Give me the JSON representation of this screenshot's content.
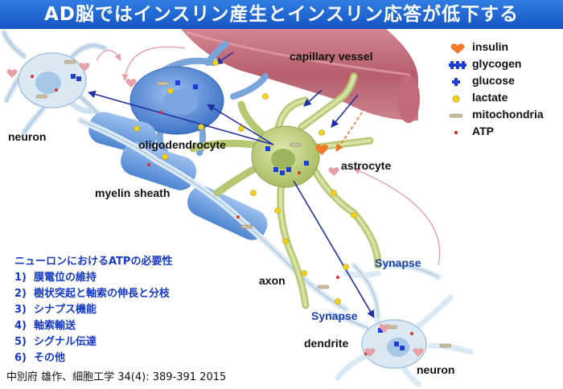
{
  "title": "AD脳ではインスリン産生とインスリン応答が低下する",
  "labels": {
    "capillary": "capillary vessel",
    "neuron_left": "neuron",
    "oligodendrocyte": "oligodendrocyte",
    "astrocyte": "astrocyte",
    "myelin": "myelin sheath",
    "axon": "axon",
    "synapse_top": "Synapse",
    "synapse_bottom": "Synapse",
    "dendrite": "dendrite",
    "neuron_right": "neuron"
  },
  "legend": [
    {
      "icon": "heart-icon",
      "label": "insulin",
      "color": "#f07a2a"
    },
    {
      "icon": "chain-icon",
      "label": "glycogen",
      "color": "#1d3cd8"
    },
    {
      "icon": "plus-icon",
      "label": "glucose",
      "color": "#1d3cd8"
    },
    {
      "icon": "dot-icon",
      "label": "lactate",
      "color": "#f2d21c"
    },
    {
      "icon": "bar-icon",
      "label": "mitochondria",
      "color": "#c9bfa0"
    },
    {
      "icon": "small-dot-icon",
      "label": "ATP",
      "color": "#d9332b"
    }
  ],
  "notes": {
    "heading": "ニューロンにおけるATPの必要性",
    "items": [
      "1)  膜電位の維持",
      "2)  樹状突起と軸索の伸長と分枝",
      "3)  シナプス機能",
      "4)  軸索輸送",
      "5)  シグナル伝達",
      "6)  その他"
    ]
  },
  "citation": "中別府 雄作、細胞工学 34(4): 389-391 2015",
  "colors": {
    "title_bar": "#1e63d6",
    "vessel": "#b85868",
    "astrocyte": "#c8d58e",
    "neuron_body": "#dbe9f5",
    "oligodendrocyte": "#5b8fd6",
    "arrow": "#1f2fa8",
    "text_blue": "#1538c8"
  }
}
